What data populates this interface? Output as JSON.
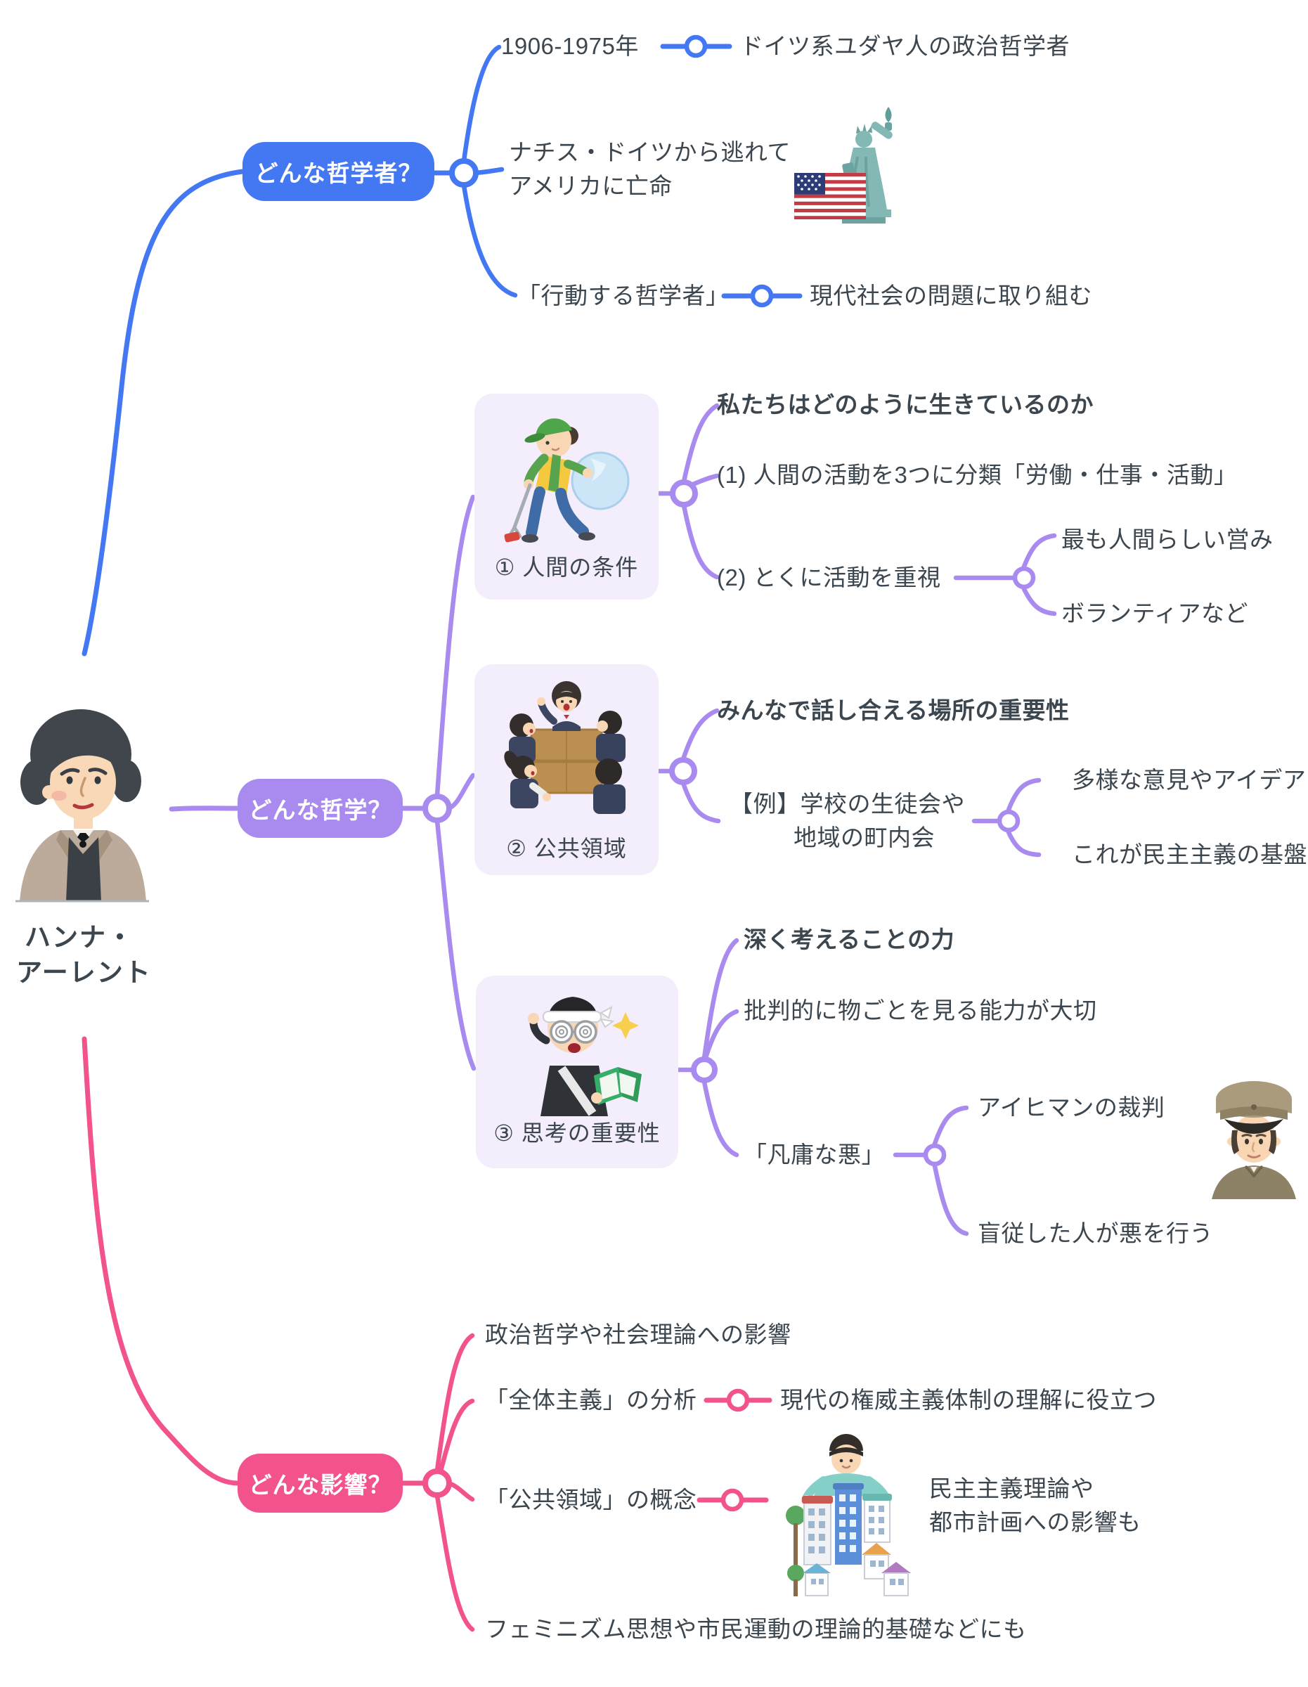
{
  "colors": {
    "blue": "#4378F2",
    "purple": "#A98BF0",
    "purple-light": "#F4EDFB",
    "pink": "#F2538C",
    "text": "#3C464F"
  },
  "center": {
    "name_line1": "ハンナ・",
    "name_line2": "アーレント"
  },
  "branch_philosopher": {
    "label": "どんな哲学者？",
    "item1": "1906-1975年",
    "item1_child": "ドイツ系ユダヤ人の政治哲学者",
    "item2_line1": "ナチス・ドイツから逃れて",
    "item2_line2": "アメリカに亡命",
    "item3": "「行動する哲学者」",
    "item3_child": "現代社会の問題に取り組む"
  },
  "branch_philosophy": {
    "label": "どんな哲学？",
    "topic1": {
      "card": "① 人間の条件",
      "headline": "私たちはどのように生きているのか",
      "point1": "(1) 人間の活動を3つに分類「労働・仕事・活動」",
      "point2": "(2) とくに活動を重視",
      "point2_child1": "最も人間らしい営み",
      "point2_child2": "ボランティアなど"
    },
    "topic2": {
      "card": "② 公共領域",
      "headline": "みんなで話し合える場所の重要性",
      "example_line1": "【例】学校の生徒会や",
      "example_line2": "地域の町内会",
      "example_child1": "多様な意見やアイデア",
      "example_child2": "これが民主主義の基盤"
    },
    "topic3": {
      "card": "③ 思考の重要性",
      "headline": "深く考えることの力",
      "point1": "批判的に物ごとを見る能力が大切",
      "point2": "「凡庸な悪」",
      "point2_child1": "アイヒマンの裁判",
      "point2_child2": "盲従した人が悪を行う"
    }
  },
  "branch_influence": {
    "label": "どんな影響？",
    "item1": "政治哲学や社会理論への影響",
    "item2": "「全体主義」の分析",
    "item2_child": "現代の権威主義体制の理解に役立つ",
    "item3": "「公共領域」の概念",
    "item3_child_line1": "民主主義理論や",
    "item3_child_line2": "都市計画への影響も",
    "item4": "フェミニズム思想や市民運動の理論的基礎などにも"
  },
  "illustrations": {
    "portrait": "hannah-arendt-portrait",
    "statue": "statue-of-liberty",
    "flag": "us-flag",
    "volunteer": "litter-picking-volunteer",
    "discussion": "group-discussion",
    "thinker": "thinking-student",
    "soldier": "eichmann-soldier",
    "city": "city-planning"
  }
}
